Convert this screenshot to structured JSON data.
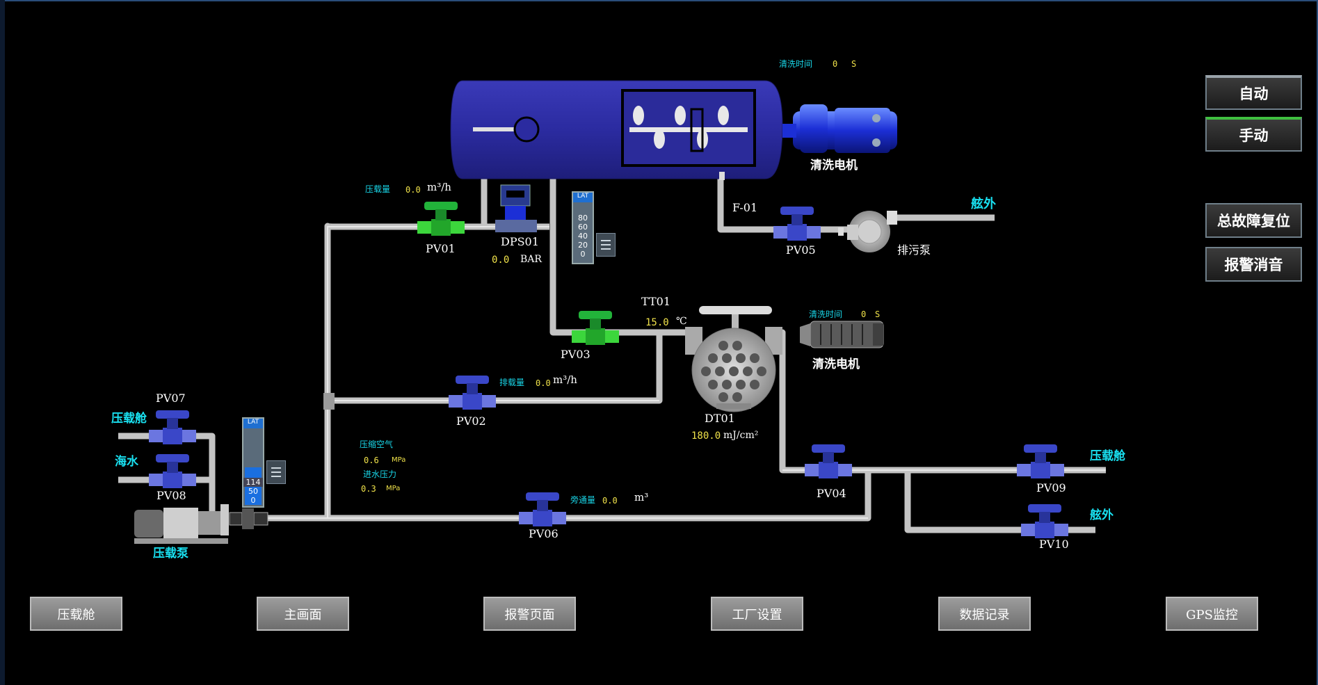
{
  "side_buttons": {
    "auto": "自动",
    "manual": "手动",
    "fault_reset": "总故障复位",
    "alarm_mute": "报警消音"
  },
  "nav": {
    "ballast_tank": "压载舱",
    "main_screen": "主画面",
    "alarm_page": "报警页面",
    "factory_settings": "工厂设置",
    "data_log": "数据记录",
    "gps": "GPS监控"
  },
  "filter_motor": {
    "time_label": "清洗时间",
    "time_value": "0",
    "time_unit": "S",
    "name": "清洗电机"
  },
  "uv_motor": {
    "time_label": "清洗时间",
    "time_value": "0",
    "time_unit": "S",
    "name": "清洗电机"
  },
  "flow_in": {
    "label": "压载量",
    "value": "0.0",
    "unit": "m³/h"
  },
  "flow_out": {
    "label": "排载量",
    "value": "0.0",
    "unit": "m³/h"
  },
  "bypass": {
    "label": "旁通量",
    "value": "0.0",
    "unit": "m³"
  },
  "dps01": {
    "tag": "DPS01",
    "value": "0.0",
    "unit": "BAR"
  },
  "tt01": {
    "tag": "TT01",
    "value": "15.0",
    "unit": "℃"
  },
  "dt01": {
    "tag": "DT01",
    "value": "180.0",
    "unit": "mJ/cm²"
  },
  "f01": "F-01",
  "drain_pump": "排污泵",
  "ballast_pump": "压载泵",
  "air": {
    "label": "压缩空气",
    "value": "0.6",
    "unit": "MPa"
  },
  "water_pressure": {
    "label": "进水压力",
    "value": "0.3",
    "unit": "MPa"
  },
  "valves": {
    "pv01": "PV01",
    "pv02": "PV02",
    "pv03": "PV03",
    "pv04": "PV04",
    "pv05": "PV05",
    "pv06": "PV06",
    "pv07": "PV07",
    "pv08": "PV08",
    "pv09": "PV09",
    "pv10": "PV10"
  },
  "destinations": {
    "overboard_top": "舷外",
    "overboard_right": "舷外",
    "ballast_tank_left": "压载舱",
    "ballast_tank_right": "压载舱",
    "sea_water": "海水"
  },
  "gauge_top": {
    "head": "LAT",
    "ticks": [
      "80",
      "60",
      "40",
      "20",
      "0"
    ],
    "level": 0
  },
  "gauge_left": {
    "head": "LAT",
    "value": "114",
    "ticks": [
      "50",
      "0"
    ],
    "level": 0.9
  },
  "colors": {
    "pipe": "#c9c9c9",
    "valve_blue": "#2b3cc7",
    "valve_green": "#22b33a",
    "vessel": "#2f2fa8",
    "cyan_text": "#19d6e8",
    "value_text": "#f0e24a"
  }
}
